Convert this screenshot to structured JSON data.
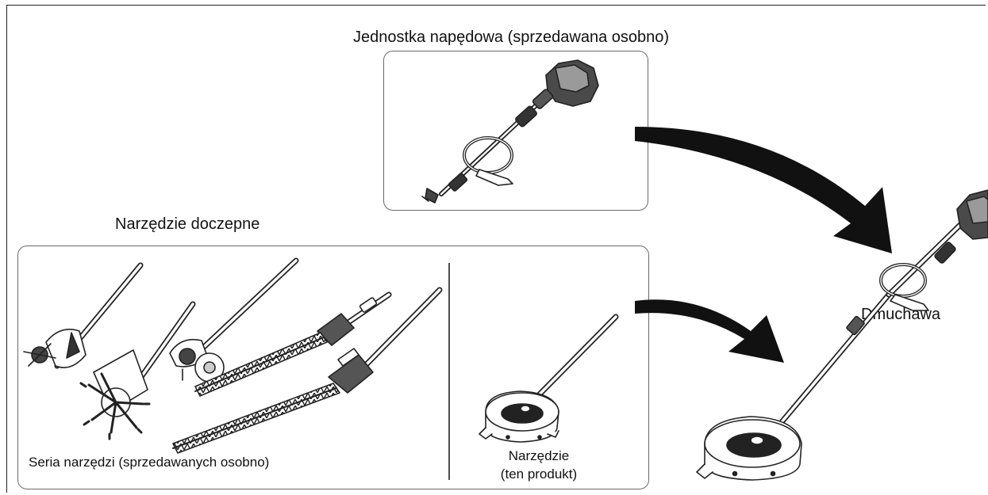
{
  "power_unit": {
    "title": "Jednostka napędowa (sprzedawana osobno)"
  },
  "attachments": {
    "title": "Narzędzie doczepne",
    "series_caption": "Seria narzędzi (sprzedawanych osobno)",
    "this_product_line1": "Narzędzie",
    "this_product_line2": "(ten produkt)"
  },
  "result": {
    "label": "Dmuchawa"
  },
  "colors": {
    "line": "#222222",
    "box_border": "#6a6a6a",
    "arrow": "#111111"
  }
}
